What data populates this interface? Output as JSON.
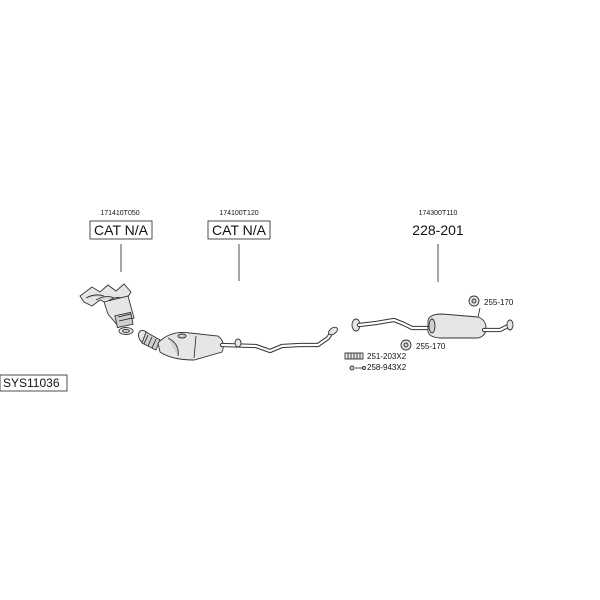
{
  "system_code": "SYS11036",
  "parts": [
    {
      "number": "171410T050",
      "label": "CAT N/A",
      "boxed": true
    },
    {
      "number": "174100T120",
      "label": "CAT N/A",
      "boxed": true
    },
    {
      "number": "174300T110",
      "label": "228-201",
      "boxed": false
    }
  ],
  "accessories": [
    {
      "label": "255-170",
      "icon": "rubber-hanger-icon"
    },
    {
      "label": "255-170",
      "icon": "rubber-hanger-icon"
    },
    {
      "label": "251-203X2",
      "icon": "spring-icon"
    },
    {
      "label": "258-943X2",
      "icon": "bolt-icon"
    }
  ]
}
